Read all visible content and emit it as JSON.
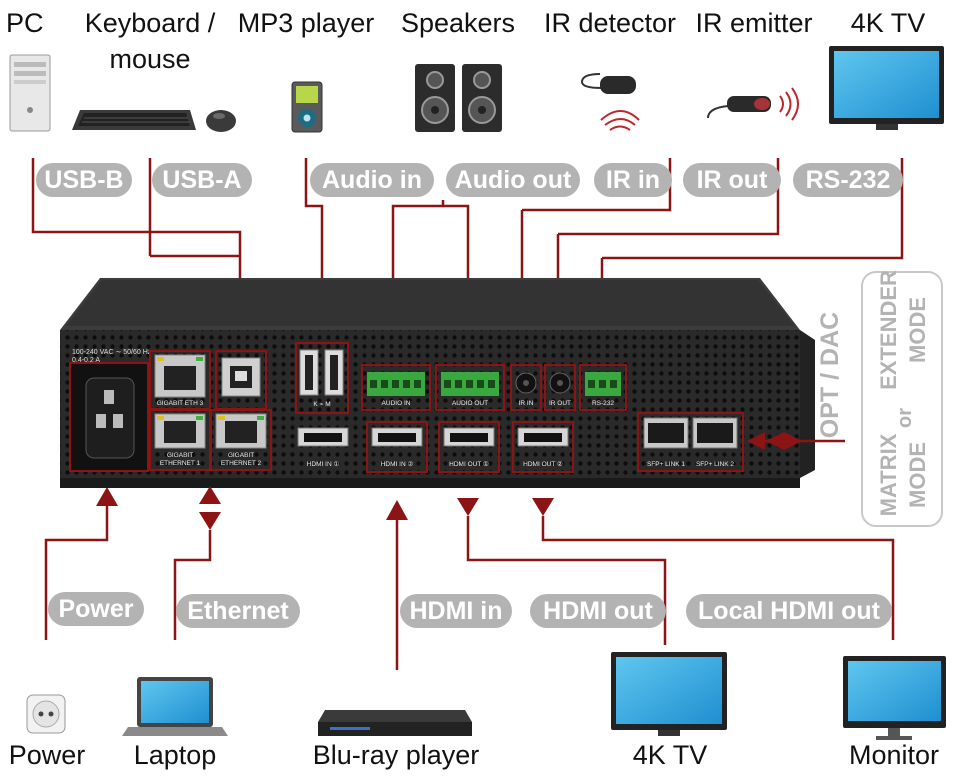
{
  "devices_top": {
    "pc": "PC",
    "keyboard_mouse_line1": "Keyboard /",
    "keyboard_mouse_line2": "mouse",
    "mp3": "MP3 player",
    "speakers": "Speakers",
    "ir_detector": "IR detector",
    "ir_emitter": "IR emitter",
    "tv_top": "4K TV"
  },
  "connections_top": {
    "usb_b": "USB-B",
    "usb_a": "USB-A",
    "audio_in": "Audio in",
    "audio_out": "Audio out",
    "ir_in": "IR in",
    "ir_out": "IR out",
    "rs232": "RS-232"
  },
  "connections_bottom": {
    "power": "Power",
    "ethernet": "Ethernet",
    "hdmi_in": "HDMI in",
    "hdmi_out": "HDMI out",
    "local_hdmi_out": "Local HDMI out"
  },
  "devices_bottom": {
    "power": "Power",
    "laptop": "Laptop",
    "bluray": "Blu-ray player",
    "tv_bottom": "4K TV",
    "monitor": "Monitor"
  },
  "side": {
    "opt_dac": "OPT / DAC",
    "extender_line1": "EXTENDER",
    "extender_line2": "MODE",
    "or": "or",
    "matrix_line1": "MATRIX",
    "matrix_line2": "MODE"
  },
  "panel": {
    "power_rating_line1": "100-240 VAC ∼ 50/60 Hz",
    "power_rating_line2": "0.4-0.2 A",
    "gigabit_eth3": "GIGABIT ETH 3",
    "gigabit_eth1_line1": "GIGABIT",
    "gigabit_eth1_line2": "ETHERNET 1",
    "gigabit_eth2_line1": "GIGABIT",
    "gigabit_eth2_line2": "ETHERNET 2",
    "usb_km": "K  ⌁  M",
    "audio_in": "AUDIO IN",
    "audio_out": "AUDIO OUT",
    "ir_in": "IR IN",
    "ir_out": "IR OUT",
    "rs232": "RS-232",
    "hdmi_in1": "HDMI IN ①",
    "hdmi_in2": "HDMI IN ②",
    "hdmi_out1": "HDMI OUT ①",
    "hdmi_out2": "HDMI OUT ②",
    "sfp1": "SFP+ LINK 1",
    "sfp2": "SFP+ LINK 2"
  },
  "colors": {
    "accent": "#8c1414",
    "pill": "#b3b3b3",
    "device_dark": "#2b2b2b"
  }
}
